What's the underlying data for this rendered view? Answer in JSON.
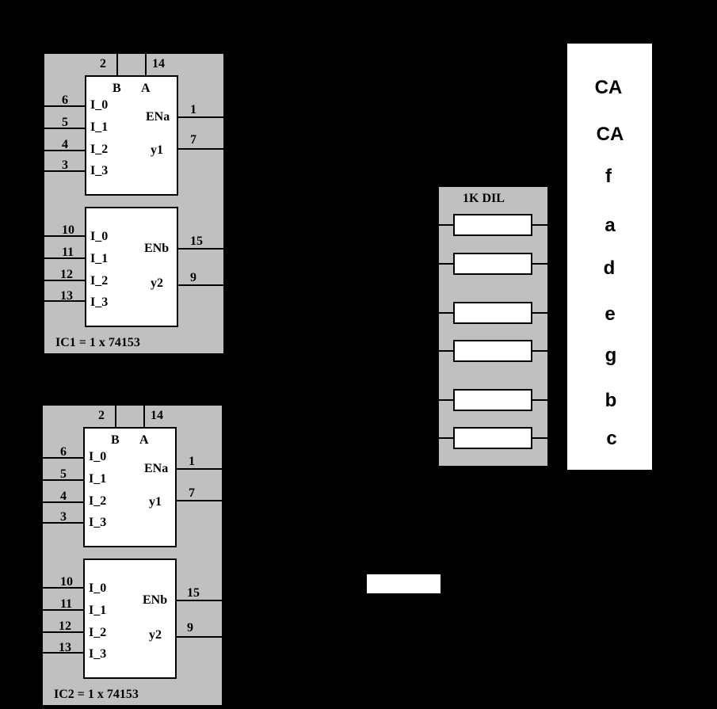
{
  "ic1": {
    "caption": "IC1 = 1 x 74153",
    "top_pins": [
      "2",
      "14"
    ],
    "select_labels": [
      "B",
      "A"
    ],
    "upper": {
      "inputs": [
        {
          "pin": "6",
          "label": "I_0"
        },
        {
          "pin": "5",
          "label": "I_1"
        },
        {
          "pin": "4",
          "label": "I_2"
        },
        {
          "pin": "3",
          "label": "I_3"
        }
      ],
      "enable_label": "ENa",
      "enable_pin": "1",
      "output_label": "y1",
      "output_pin": "7"
    },
    "lower": {
      "inputs": [
        {
          "pin": "10",
          "label": "I_0"
        },
        {
          "pin": "11",
          "label": "I_1"
        },
        {
          "pin": "12",
          "label": "I_2"
        },
        {
          "pin": "13",
          "label": "I_3"
        }
      ],
      "enable_label": "ENb",
      "enable_pin": "15",
      "output_label": "y2",
      "output_pin": "9"
    }
  },
  "ic2": {
    "caption": "IC2 = 1 x 74153",
    "top_pins": [
      "2",
      "14"
    ],
    "select_labels": [
      "B",
      "A"
    ],
    "upper": {
      "inputs": [
        {
          "pin": "6",
          "label": "I_0"
        },
        {
          "pin": "5",
          "label": "I_1"
        },
        {
          "pin": "4",
          "label": "I_2"
        },
        {
          "pin": "3",
          "label": "I_3"
        }
      ],
      "enable_label": "ENa",
      "enable_pin": "1",
      "output_label": "y1",
      "output_pin": "7"
    },
    "lower": {
      "inputs": [
        {
          "pin": "10",
          "label": "I_0"
        },
        {
          "pin": "11",
          "label": "I_1"
        },
        {
          "pin": "12",
          "label": "I_2"
        },
        {
          "pin": "13",
          "label": "I_3"
        }
      ],
      "enable_label": "ENb",
      "enable_pin": "15",
      "output_label": "y2",
      "output_pin": "9"
    }
  },
  "resistor_pack": {
    "label": "1K DIL"
  },
  "display": {
    "pins": [
      "CA",
      "CA",
      "f",
      "a",
      "d",
      "e",
      "g",
      "b",
      "c"
    ]
  },
  "colors": {
    "background": "#000000",
    "module_fill": "#c0c0c0",
    "box_fill": "#ffffff",
    "line": "#000000"
  }
}
